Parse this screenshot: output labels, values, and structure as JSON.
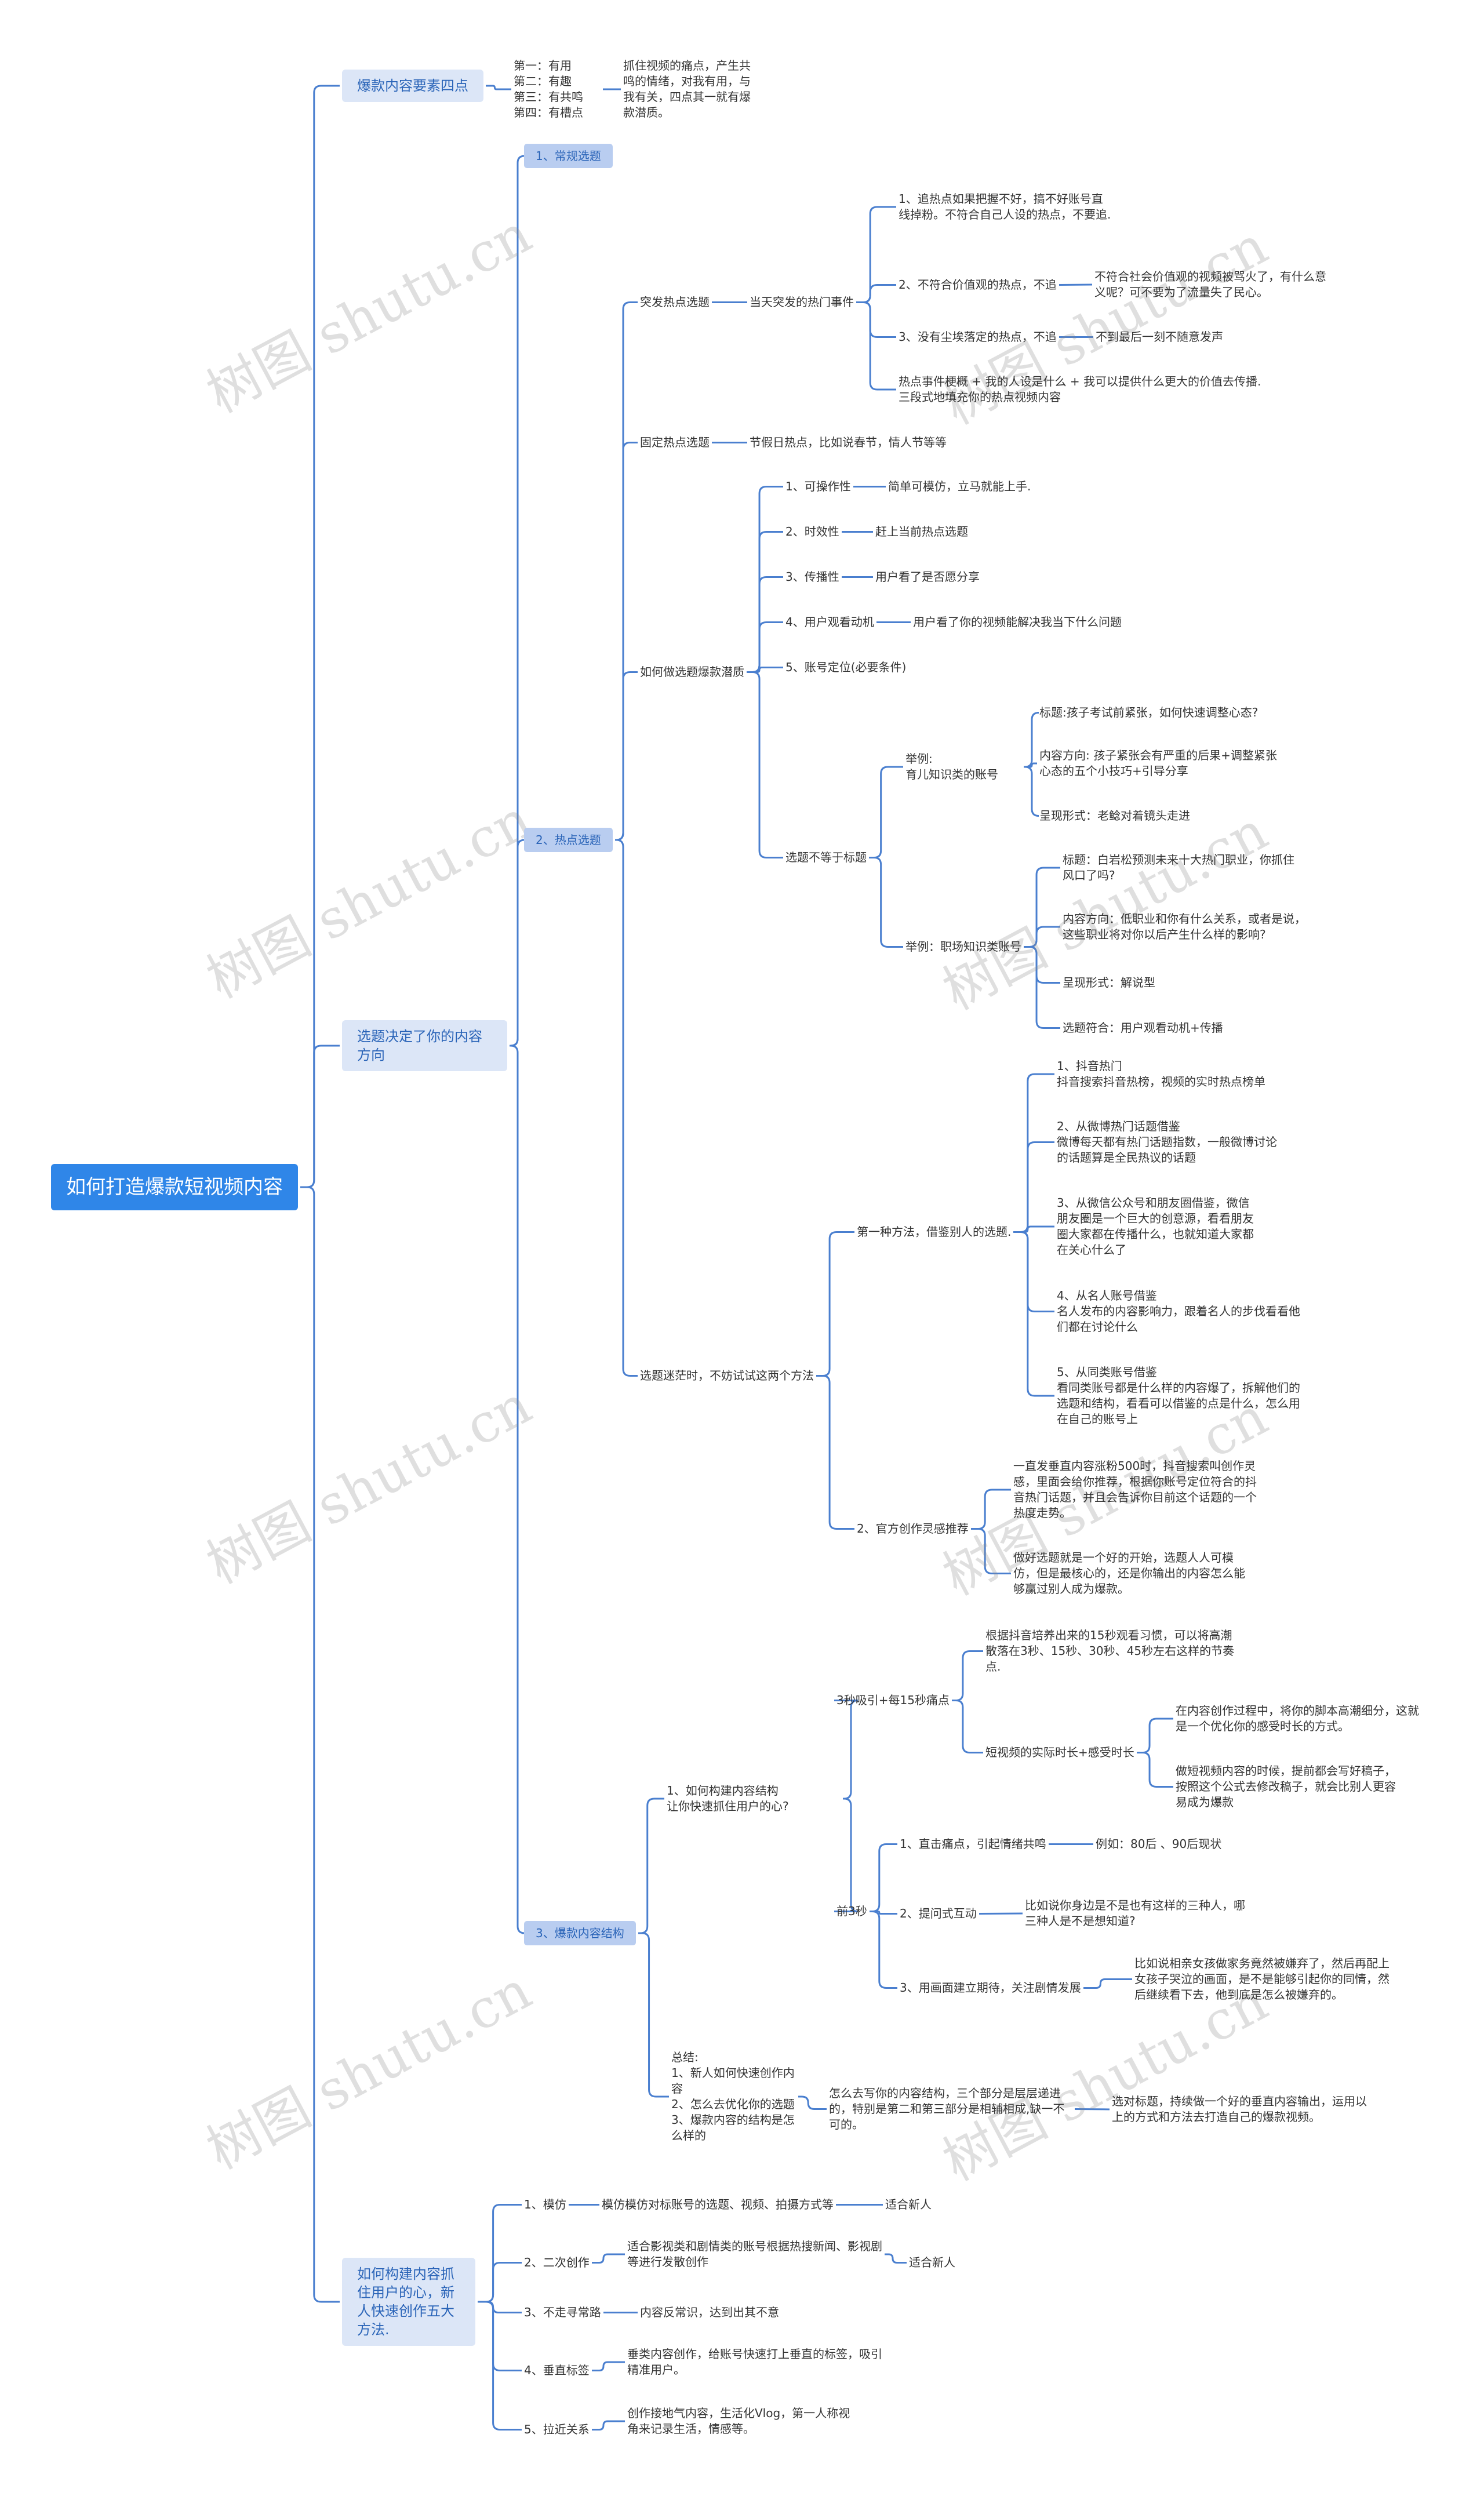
{
  "root": "如何打造爆款短视频内容",
  "watermark": "树图 shutu.cn",
  "branch_color": "#4a7fcf",
  "l1": {
    "b1": "爆款内容要素四点",
    "b2": "选题决定了你的内容方向",
    "b3": "如何构建内容抓住用户的心，新人快速创作五大方法."
  },
  "b1": {
    "items": "第一：有用\n第二：有趣\n第三：有共鸣\n第四：有槽点",
    "desc": "抓住视频的痛点，产生共鸣的情绪，对我有用，与我有关，四点其一就有爆款潜质。"
  },
  "b2": {
    "s1": "1、常规选题",
    "s2": "2、热点选题",
    "s3": "3、爆款内容结构",
    "hot": {
      "sudden": "突发热点选题",
      "sudden_desc": "当天突发的热门事件",
      "r1": "1、追热点如果把握不好，搞不好账号直线掉粉。不符合自己人设的热点，不要追.",
      "r2": "2、不符合价值观的热点，不追",
      "r2d": "不符合社会价值观的视频被骂火了，有什么意义呢？可不要为了流量失了民心。",
      "r3": "3、没有尘埃落定的热点，不追",
      "r3d": "不到最后一刻不随意发声",
      "r4": "热点事件梗概 + 我的人设是什么 + 我可以提供什么更大的价值去传播.\n三段式地填充你的热点视频内容",
      "fixed": "固定热点选题",
      "fixed_desc": "节假日热点，比如说春节，情人节等等",
      "how": "如何做选题爆款潜质",
      "h1": "1、可操作性",
      "h1d": "简单可模仿，立马就能上手.",
      "h2": "2、时效性",
      "h2d": "赶上当前热点选题",
      "h3": "3、传播性",
      "h3d": "用户看了是否愿分享",
      "h4": "4、用户观看动机",
      "h4d": "用户看了你的视频能解决我当下什么问题",
      "h5": "5、账号定位(必要条件)",
      "neq": "选题不等于标题",
      "ex1": "举例:\n育儿知识类的账号",
      "ex1a": "标题:孩子考试前紧张，如何快速调整心态?",
      "ex1b": "内容方向: 孩子紧张会有严重的后果+调整紧张心态的五个小技巧+引导分享",
      "ex1c": "呈现形式：老鲶对着镜头走进",
      "ex2": "举例：职场知识类账号",
      "ex2a": "标题：白岩松预测未来十大热门职业，你抓住风口了吗?",
      "ex2b": "内容方向：低职业和你有什么关系，或者是说，这些职业将对你以后产生什么样的影响?",
      "ex2c": "呈现形式：解说型",
      "ex2d": "选题符合：用户观看动机+传播",
      "lost": "选题迷茫时，不妨试试这两个方法",
      "m1": "第一种方法，借鉴别人的选题.",
      "m1a": "1、抖音热门\n抖音搜索抖音热榜，视频的实时热点榜单",
      "m1b": "2、从微博热门话题借鉴\n微博每天都有热门话题指数，一般微博讨论的话题算是全民热议的话题",
      "m1c": "3、从微信公众号和朋友圈借鉴，微信朋友圈是一个巨大的创意源，看看朋友圈大家都在传播什么，也就知道大家都在关心什么了",
      "m1d": "4、从名人账号借鉴\n名人发布的内容影响力，跟着名人的步伐看看他们都在讨论什么",
      "m1e": "5、从同类账号借鉴\n看同类账号都是什么样的内容爆了，拆解他们的选题和结构，看看可以借鉴的点是什么，怎么用在自己的账号上",
      "m2": "2、官方创作灵感推荐",
      "m2a": "一直发垂直内容涨粉500时，抖音搜索叫创作灵感，里面会给你推荐，根据你账号定位符合的抖音热门话题，并且会告诉你目前这个话题的一个热度走势。",
      "m2b": "做好选题就是一个好的开始，选题人人可模仿，但是最核心的，还是你输出的内容怎么能够赢过别人成为爆款。"
    },
    "structure": {
      "q": "1、如何构建内容结构\n让你快速抓住用户的心?",
      "a": "3秒吸引+每15秒痛点",
      "a1": "根据抖音培养出来的15秒观看习惯，可以将高潮散落在3秒、15秒、30秒、45秒左右这样的节奏点.",
      "a2": "短视频的实际时长+感受时长",
      "a2a": "在内容创作过程中，将你的脚本高潮细分，这就是一个优化你的感受时长的方式。",
      "a2b": "做短视频内容的时候，提前都会写好稿子，按照这个公式去修改稿子，就会比别人更容易成为爆款",
      "b": "前3秒",
      "b1": "1、直击痛点，引起情绪共鸣",
      "b1d": "例如：80后 、90后现状",
      "b2": "2、提问式互动",
      "b2d": "比如说你身边是不是也有这样的三种人，哪三种人是不是想知道?",
      "b3": "3、用画面建立期待，关注剧情发展",
      "b3d": "比如说相亲女孩做家务竟然被嫌弃了，然后再配上女孩子哭泣的画面，是不是能够引起你的同情，然后继续看下去，他到底是怎么被嫌弃的。",
      "sum": "总结:\n1、新人如何快速创作内容\n2、怎么去优化你的选题\n3、爆款内容的结构是怎么样的",
      "sum1": "怎么去写你的内容结构，三个部分是层层递进的，特别是第二和第三部分是相辅相成,缺一不可的。",
      "sum2": "选对标题，持续做一个好的垂直内容输出，运用以上的方式和方法去打造自己的爆款视频。"
    }
  },
  "b3": {
    "f1": "1、模仿",
    "f1d": "模仿模仿对标账号的选题、视频、拍摄方式等",
    "f1e": "适合新人",
    "f2": "2、二次创作",
    "f2d": "适合影视类和剧情类的账号根据热搜新闻、影视剧等进行发散创作",
    "f2e": "适合新人",
    "f3": "3、不走寻常路",
    "f3d": "内容反常识，达到出其不意",
    "f4": "4、垂直标签",
    "f4d": "垂类内容创作，给账号快速打上垂直的标签，吸引精准用户。",
    "f5": "5、拉近关系",
    "f5d": "创作接地气内容，生活化Vlog，第一人称视角来记录生活，情感等。"
  }
}
